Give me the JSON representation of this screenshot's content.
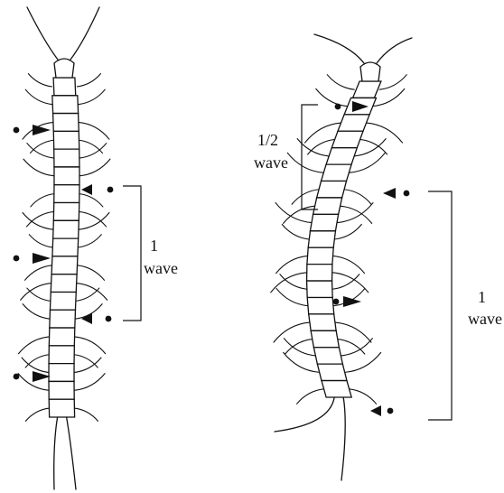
{
  "left_specimen": {
    "wave_label_number": "1",
    "wave_label_unit": "wave"
  },
  "right_specimen": {
    "half_wave_number": "1/2",
    "half_wave_unit": "wave",
    "wave_label_number": "1",
    "wave_label_unit": "wave"
  },
  "colors": {
    "ink": "#111111",
    "background": "#ffffff"
  }
}
